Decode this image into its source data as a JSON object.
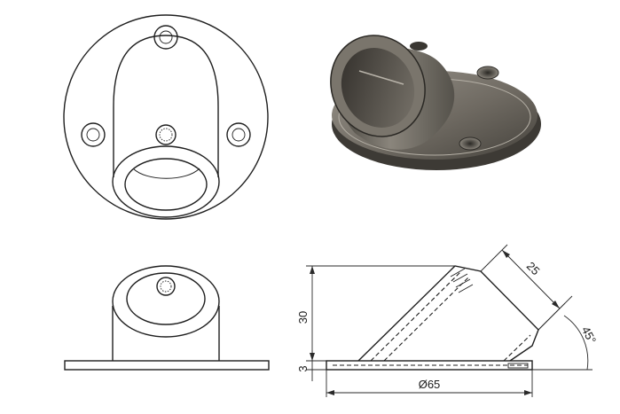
{
  "dimensions": {
    "length": "25",
    "height": "30",
    "thickness": "3",
    "diameter": "Ø65",
    "angle": "45°"
  },
  "colors": {
    "line": "#1f1f1f",
    "metal_light": "#8c877f",
    "metal_dark": "#3d3a35",
    "metal_mid": "#6d6860"
  }
}
